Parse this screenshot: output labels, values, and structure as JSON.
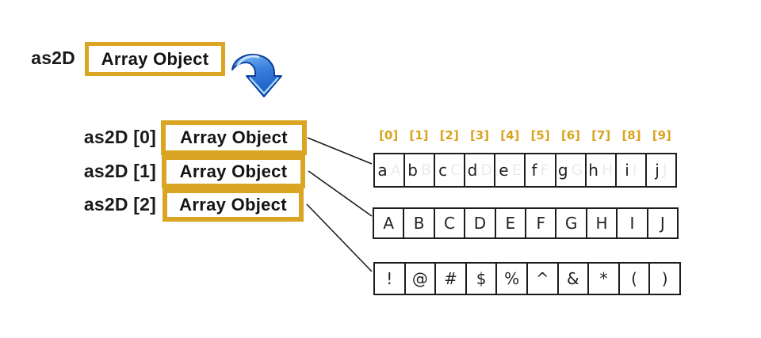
{
  "diagram": {
    "root": {
      "label": "as2D",
      "box_label": "Array Object"
    },
    "arrow_icon": "curved-down-arrow",
    "rows": [
      {
        "label": "as2D [0]",
        "box_label": "Array Object"
      },
      {
        "label": "as2D [1]",
        "box_label": "Array Object"
      },
      {
        "label": "as2D [2]",
        "box_label": "Array Object"
      }
    ],
    "index_labels": [
      "[0]",
      "[1]",
      "[2]",
      "[3]",
      "[4]",
      "[5]",
      "[6]",
      "[7]",
      "[8]",
      "[9]"
    ],
    "arrays": [
      {
        "name": "row-0-array",
        "cells": [
          "a",
          "b",
          "c",
          "d",
          "e",
          "f",
          "g",
          "h",
          "i",
          "j"
        ],
        "ghost_cells": [
          "A",
          "B",
          "C",
          "D",
          "E",
          "F",
          "G",
          "H",
          "I",
          "J"
        ]
      },
      {
        "name": "row-1-array",
        "cells": [
          "A",
          "B",
          "C",
          "D",
          "E",
          "F",
          "G",
          "H",
          "I",
          "J"
        ]
      },
      {
        "name": "row-2-array",
        "cells": [
          "!",
          "@",
          "#",
          "$",
          "%",
          "^",
          "&",
          "*",
          "(",
          ")"
        ]
      }
    ],
    "colors": {
      "gold_border": "#d9a522",
      "index_label_gold": "#d9a41e",
      "arrow_blue_light": "#7fc0f4",
      "arrow_blue_dark": "#1d5ec6",
      "arrow_outline": "#0b3e9a",
      "line_black": "#1b1b1b"
    }
  }
}
